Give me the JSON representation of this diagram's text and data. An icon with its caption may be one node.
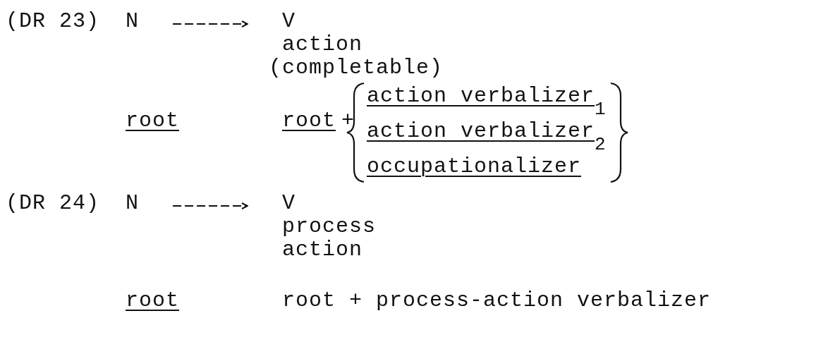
{
  "diagram": {
    "nodes": [
      {
        "text": [
          "N"
        ]
      },
      {
        "text": [
          "V",
          "action",
          "(completable)"
        ]
      },
      {
        "text": [
          "N"
        ]
      },
      {
        "text": [
          "V",
          "process",
          "action"
        ]
      }
    ],
    "edges": [
      {
        "from": 0,
        "to": 1,
        "arrow": "to",
        "style": "dashed"
      },
      {
        "from": 2,
        "to": 3,
        "arrow": "to",
        "style": "dashed"
      }
    ],
    "labels": [
      "(DR 23)",
      "root",
      "root",
      "+",
      "action verbalizer$_{1}$",
      "action verbalizer$_{2}$",
      "occupationalizer",
      "(DR 24)",
      "root",
      "root + process-action verbalizer"
    ]
  }
}
